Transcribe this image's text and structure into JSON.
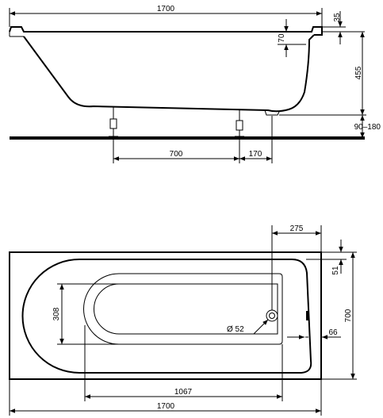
{
  "dimensions": {
    "side_length": "1700",
    "rim_height": "35",
    "overflow_depth": "70",
    "tub_height": "455",
    "leg_adjust": "90–180",
    "leg_spacing": "700",
    "drain_offset": "170",
    "drain_from_end": "275",
    "drain_inset": "51",
    "width": "700",
    "drain_diameter": "Ø 52",
    "overflow_offset": "66",
    "head_width": "308",
    "inner_length": "1067",
    "top_length": "1700"
  }
}
